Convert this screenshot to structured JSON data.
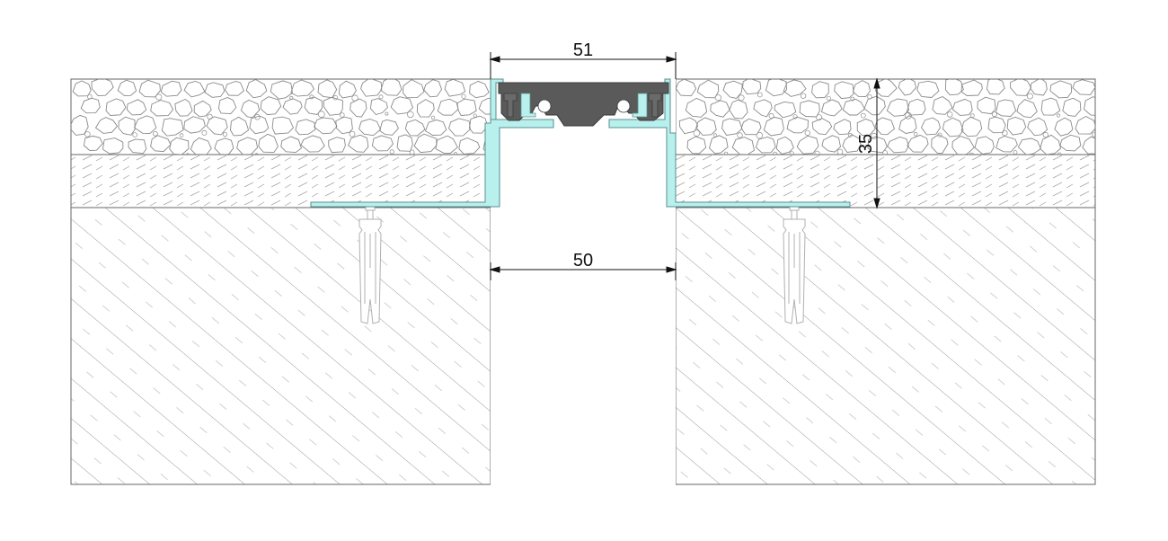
{
  "colors": {
    "background": "#ffffff",
    "line": "#666666",
    "hatch": "#9a9a9a",
    "aggregate": "#8a8a8a",
    "screed_dash": "#a0a0a0",
    "profile_fill": "#b8f0ee",
    "profile_stroke": "#5a8f8e",
    "insert_fill": "#5a5a5a",
    "insert_stroke": "#3a3a3a",
    "anchor": "#b8b8b8",
    "dimension": "#111111"
  },
  "dimensions": {
    "top_width": "51",
    "gap_width": "50",
    "height": "35"
  },
  "icons": {
    "anchor_left": "wall-plug-anchor-icon",
    "anchor_right": "wall-plug-anchor-icon"
  }
}
